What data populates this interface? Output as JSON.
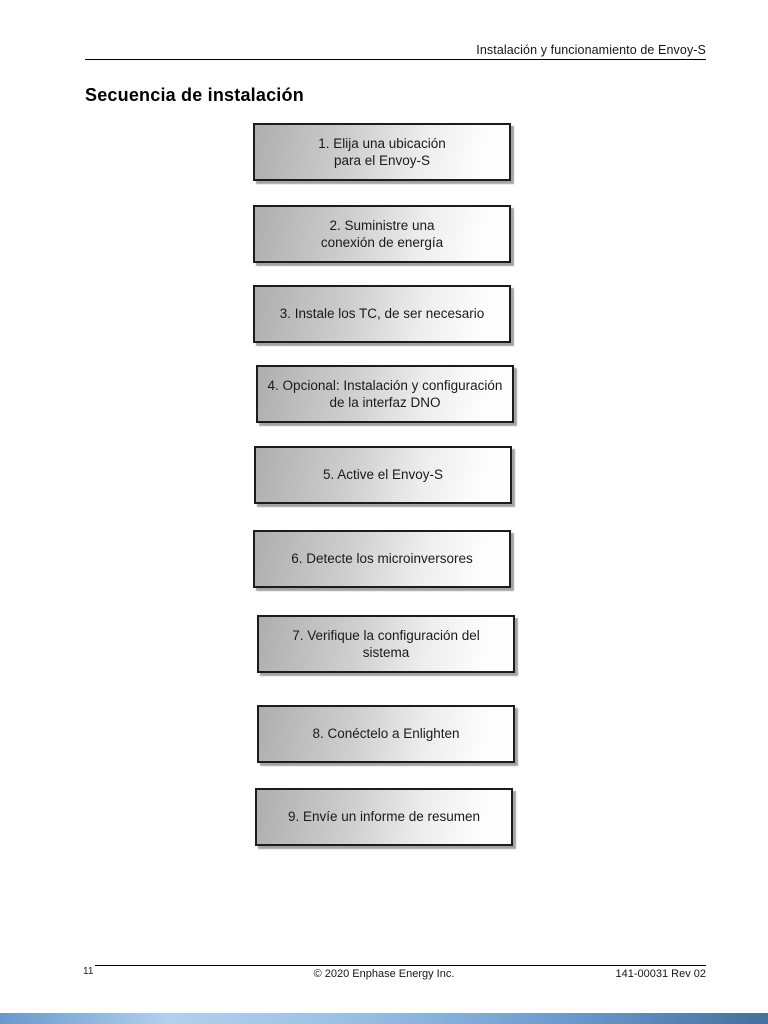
{
  "header": {
    "running_title": "Instalación y funcionamiento de Envoy-S"
  },
  "title": "Secuencia de instalación",
  "steps": [
    "1. Elija una ubicación\npara el Envoy-S",
    "2. Suministre una\nconexión de energía",
    "3. Instale los TC, de ser necesario",
    "4. Opcional: Instalación y configuración\nde la interfaz DNO",
    "5. Active el Envoy-S",
    "6. Detecte los microinversores",
    "7. Verifique la configuración del\nsistema",
    "8. Conéctelo a Enlighten",
    "9. Envíe un informe de resumen"
  ],
  "footer": {
    "page_number": "11",
    "copyright": "© 2020 Enphase Energy Inc.",
    "doc_number": "141-00031 Rev 02"
  },
  "colors": {
    "box_border": "#1c1c1c",
    "box_gradient_start": "#aeaeae",
    "box_gradient_end": "#fdfdfd",
    "box_shadow": "#a3a3a3",
    "rule": "#000000",
    "bottom_bar_blue": "#6898cb"
  }
}
